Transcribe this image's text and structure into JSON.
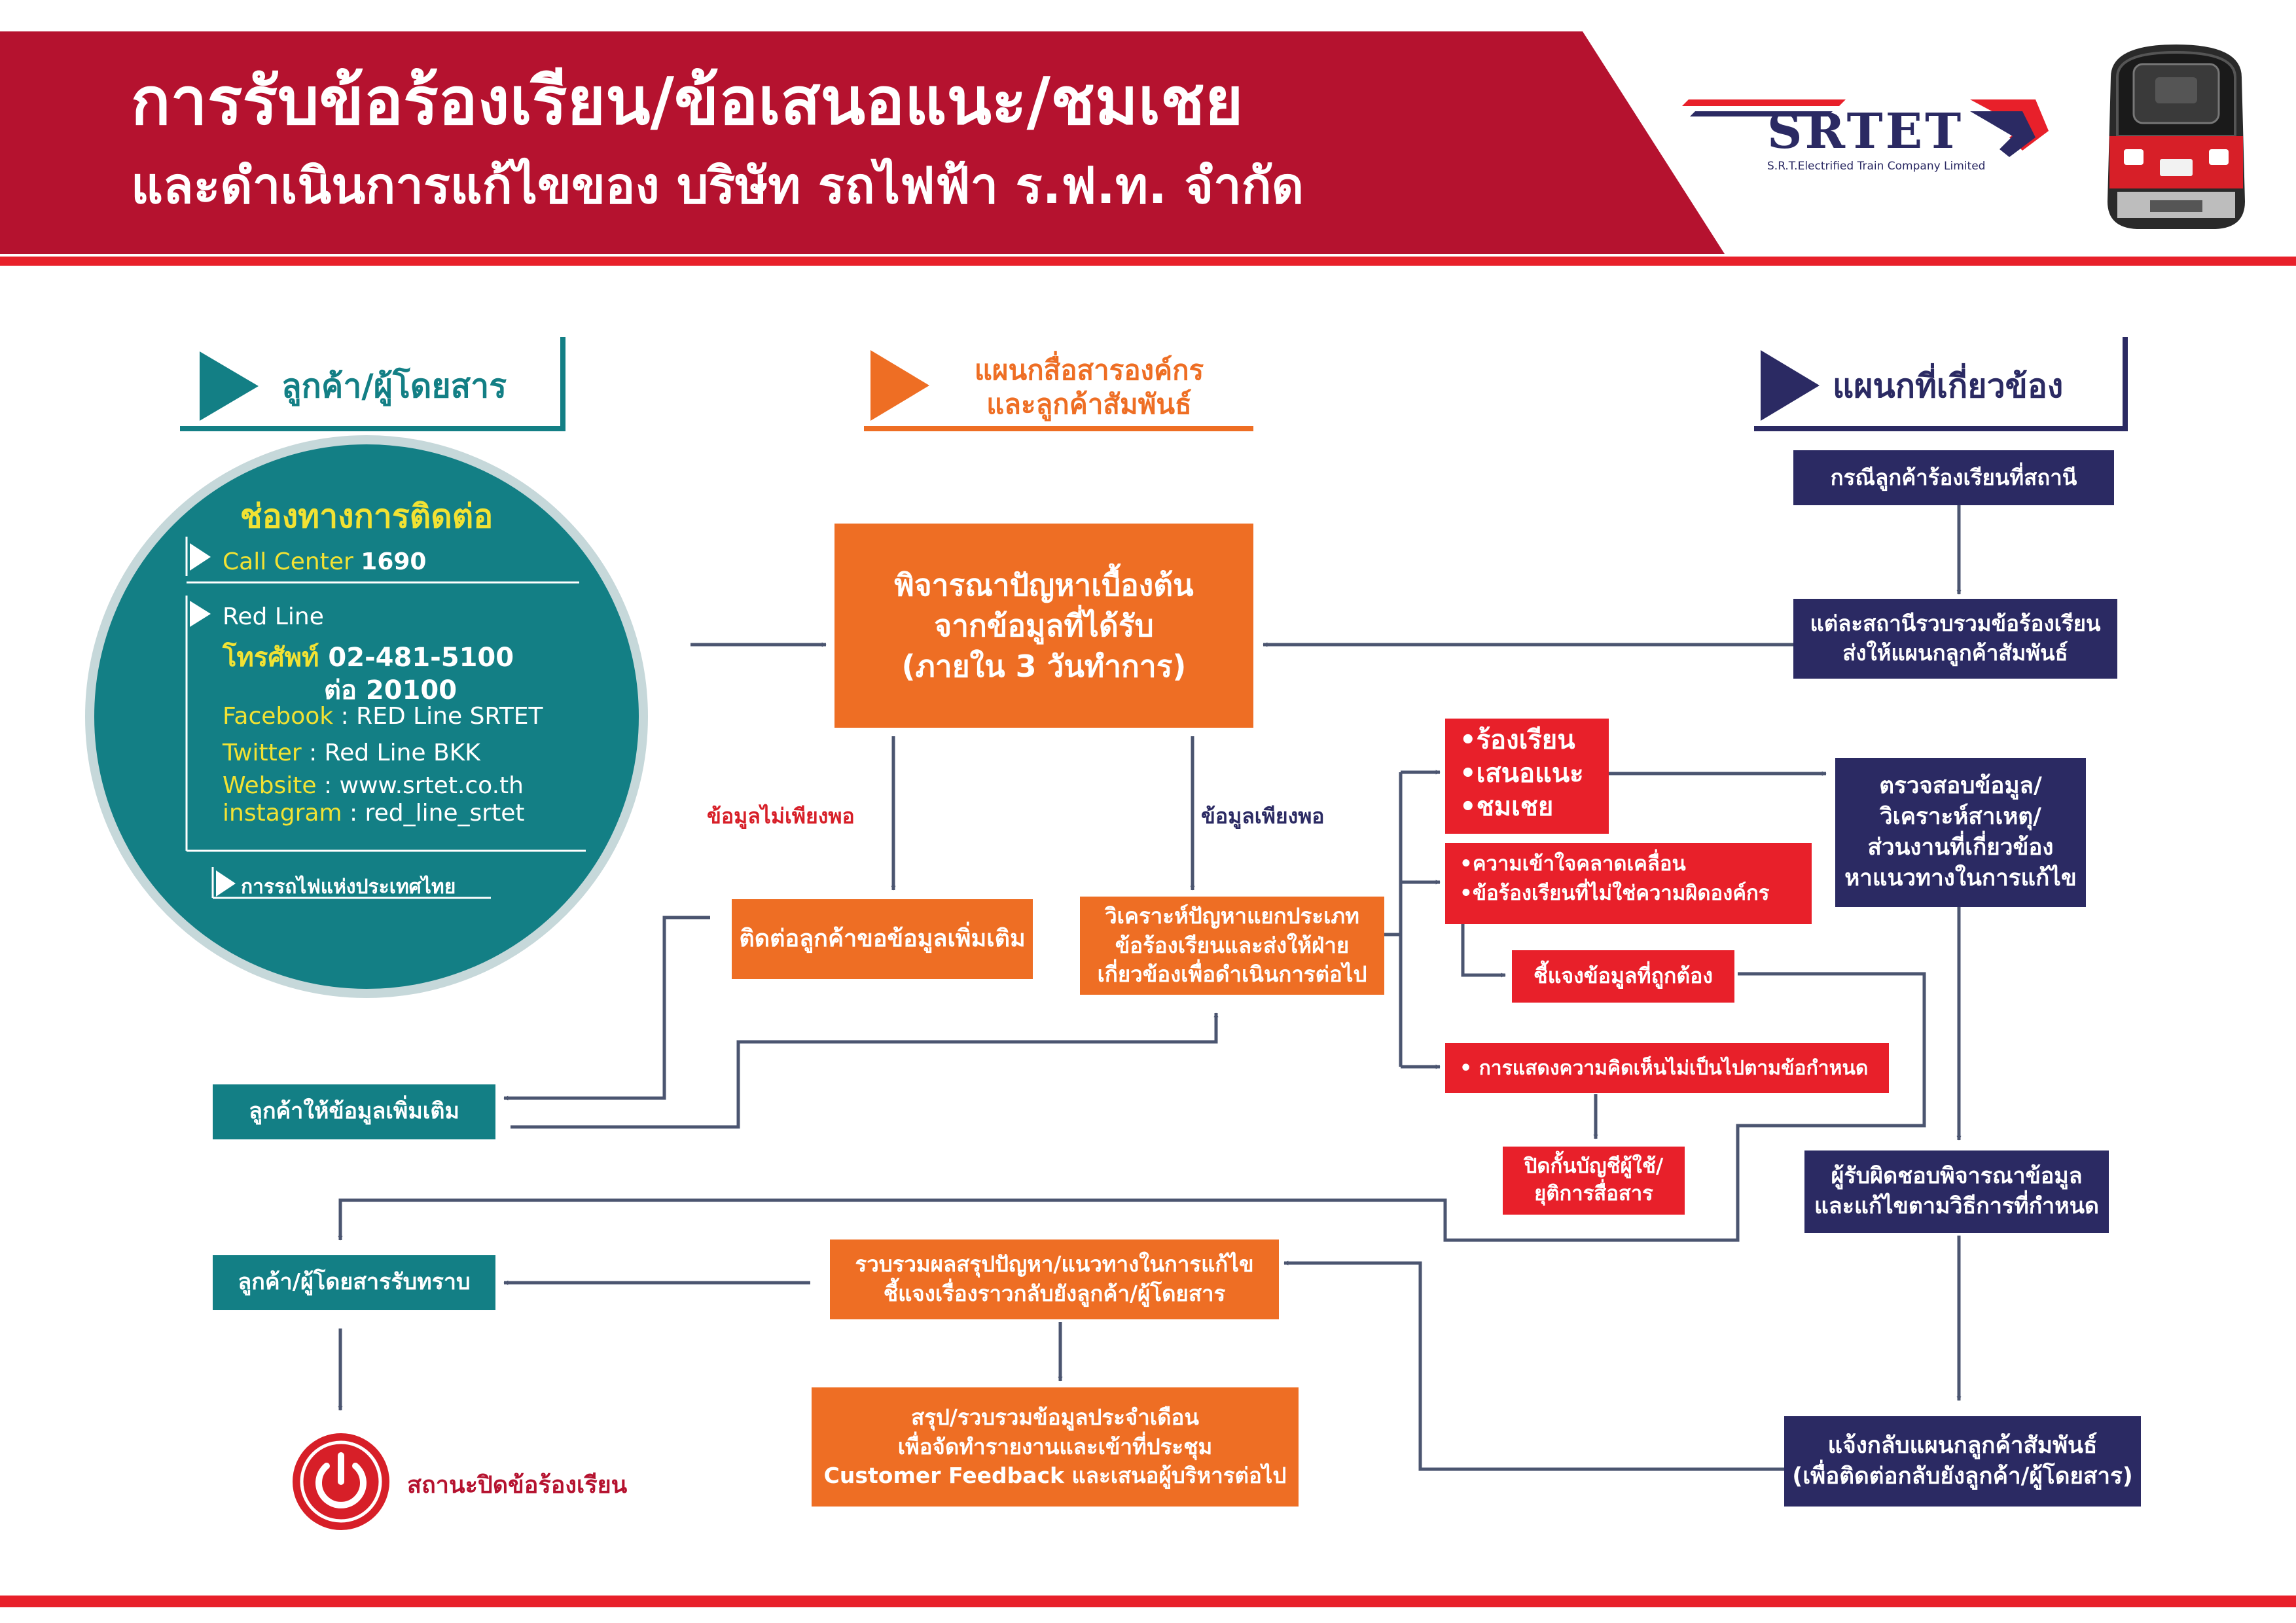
{
  "header": {
    "title_line1": "การรับข้อร้องเรียน/ข้อเสนอแนะ/ชมเชย",
    "title_line2": "และดำเนินการแก้ไขของ บริษัท รถไฟฟ้า ร.ฟ.ท. จำกัด",
    "logo_text": "SRTET",
    "logo_subtext": "S.R.T.Electrified Train Company Limited"
  },
  "columns": {
    "customer": "ลูกค้า/ผู้โดยสาร",
    "pr_line1": "แผนกสื่อสารองค์กร",
    "pr_line2": "และลูกค้าสัมพันธ์",
    "related": "แผนกที่เกี่ยวข้อง"
  },
  "contact": {
    "title": "ช่องทางการติดต่อ",
    "call_center_label": "Call Center",
    "call_center_number": "1690",
    "red_line": "Red Line",
    "phone_label": "โทรศัพท์",
    "phone_number": "02-481-5100",
    "phone_ext": "ต่อ 20100",
    "facebook_label": "Facebook",
    "facebook_value": ": RED Line SRTET",
    "twitter_label": "Twitter",
    "twitter_value": ": Red Line BKK",
    "website_label": "Website",
    "website_value": ": www.srtet.co.th",
    "instagram_label": "instagram",
    "instagram_value": ": red_line_srtet",
    "footer": "การรถไฟแห่งประเทศไทย"
  },
  "flow": {
    "consider": [
      "พิจารณาปัญหาเบื้องต้น",
      "จากข้อมูลที่ได้รับ",
      "(ภายใน 3 วันทำการ)"
    ],
    "label_insufficient": "ข้อมูลไม่เพียงพอ",
    "label_sufficient": "ข้อมูลเพียงพอ",
    "contact_more": "ติดต่อลูกค้าขอข้อมูลเพิ่มเติม",
    "analyze": [
      "วิเคราะห์ปัญหาแยกประเภท",
      "ข้อร้องเรียนและส่งให้ฝ่าย",
      "เกี่ยวข้องเพื่อดำเนินการต่อไป"
    ],
    "customer_more": "ลูกค้าให้ข้อมูลเพิ่มเติม",
    "station_case": "กรณีลูกค้าร้องเรียนที่สถานี",
    "station_collect": [
      "แต่ละสถานีรวบรวมข้อร้องเรียน",
      "ส่งให้แผนกลูกค้าสัมพันธ์"
    ],
    "types": [
      "•ร้องเรียน",
      "•เสนอแนะ",
      "•ชมเชย"
    ],
    "misunderstand": [
      "•ความเข้าใจคลาดเคลื่อน",
      "•ข้อร้องเรียนที่ไม่ใช่ความผิดองค์กร"
    ],
    "clarify": "ชี้แจงข้อมูลที่ถูกต้อง",
    "inappropriate": "• การแสดงความคิดเห็นไม่เป็นไปตามข้อกำหนด",
    "block": [
      "ปิดกั้นบัญชีผู้ใช้/",
      "ยุติการสื่อสาร"
    ],
    "investigate": [
      "ตรวจสอบข้อมูล/",
      "วิเคราะห์สาเหตุ/",
      "ส่วนงานที่เกี่ยวข้อง",
      "หาแนวทางในการแก้ไข"
    ],
    "responsible": [
      "ผู้รับผิดชอบพิจารณาข้อมูล",
      "และแก้ไขตามวิธีการที่กำหนด"
    ],
    "customer_ack": "ลูกค้า/ผู้โดยสารรับทราบ",
    "summarize": [
      "รวบรวมผลสรุปปัญหา/แนวทางในการแก้ไข",
      "ชี้แจงเรื่องราวกลับยังลูกค้า/ผู้โดยสาร"
    ],
    "monthly": [
      "สรุป/รวบรวมข้อมูลประจำเดือน",
      "เพื่อจัดทำรายงานและเข้าที่ประชุม",
      "Customer Feedback และเสนอผู้บริหารต่อไป"
    ],
    "notify": [
      "แจ้งกลับแผนกลูกค้าสัมพันธ์",
      "(เพื่อติดต่อกลับยังลูกค้า/ผู้โดยสาร)"
    ],
    "closed": "สถานะปิดข้อร้องเรียน"
  },
  "colors": {
    "header_red": "#b5122f",
    "teal": "#137f85",
    "orange": "#ee6e24",
    "navy": "#2b2a63",
    "alert_red": "#e8202a",
    "connector": "#4b5570"
  }
}
